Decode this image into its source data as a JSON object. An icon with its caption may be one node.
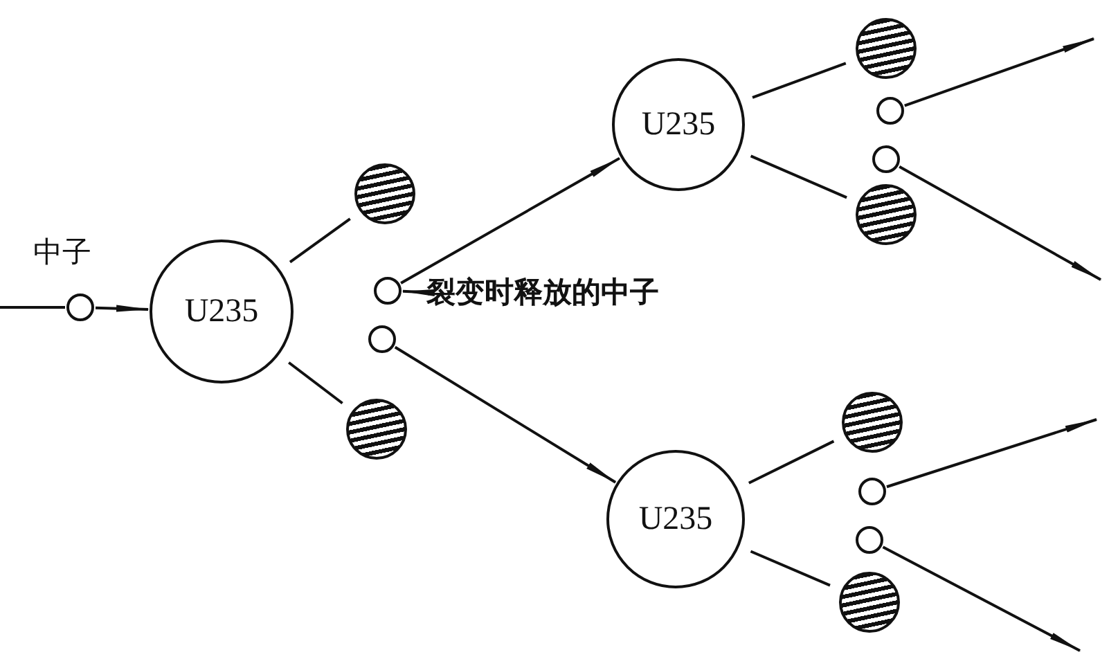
{
  "diagram": {
    "nodes": [
      {
        "text": [],
        "shape": "circle",
        "beside": [
          "中子"
        ]
      },
      {
        "text": [
          "U235"
        ]
      },
      {
        "text": [],
        "shape": "disc"
      },
      {
        "text": [],
        "shape": "circle"
      },
      {
        "text": [],
        "shape": "circle"
      },
      {
        "text": [],
        "shape": "disc"
      },
      {
        "text": [
          "裂变时释放的中子"
        ]
      },
      {
        "text": [
          "U235"
        ]
      },
      {
        "text": [],
        "shape": "disc"
      },
      {
        "text": [],
        "shape": "circle"
      },
      {
        "text": [],
        "shape": "circle"
      },
      {
        "text": [],
        "shape": "disc"
      },
      {
        "text": [
          "U235"
        ]
      },
      {
        "text": [],
        "shape": "disc"
      },
      {
        "text": [],
        "shape": "circle"
      },
      {
        "text": [],
        "shape": "circle"
      },
      {
        "text": [],
        "shape": "disc"
      }
    ],
    "edges": [
      {
        "from": null,
        "to": 0,
        "arrow": "none"
      },
      {
        "from": 0,
        "to": 1,
        "arrow": "to"
      },
      {
        "from": 1,
        "to": 2,
        "arrow": "none"
      },
      {
        "from": 1,
        "to": 5,
        "arrow": "none"
      },
      {
        "from": 6,
        "to": 3,
        "arrow": "to"
      },
      {
        "from": 3,
        "to": 7,
        "arrow": "to"
      },
      {
        "from": 4,
        "to": 12,
        "arrow": "to"
      },
      {
        "from": 7,
        "to": 8,
        "arrow": "none"
      },
      {
        "from": 7,
        "to": 11,
        "arrow": "none"
      },
      {
        "from": 9,
        "to": null,
        "arrow": "to"
      },
      {
        "from": 10,
        "to": null,
        "arrow": "to"
      },
      {
        "from": 12,
        "to": 13,
        "arrow": "none"
      },
      {
        "from": 12,
        "to": 16,
        "arrow": "none"
      },
      {
        "from": 14,
        "to": null,
        "arrow": "to"
      },
      {
        "from": 15,
        "to": null,
        "arrow": "to"
      }
    ]
  }
}
